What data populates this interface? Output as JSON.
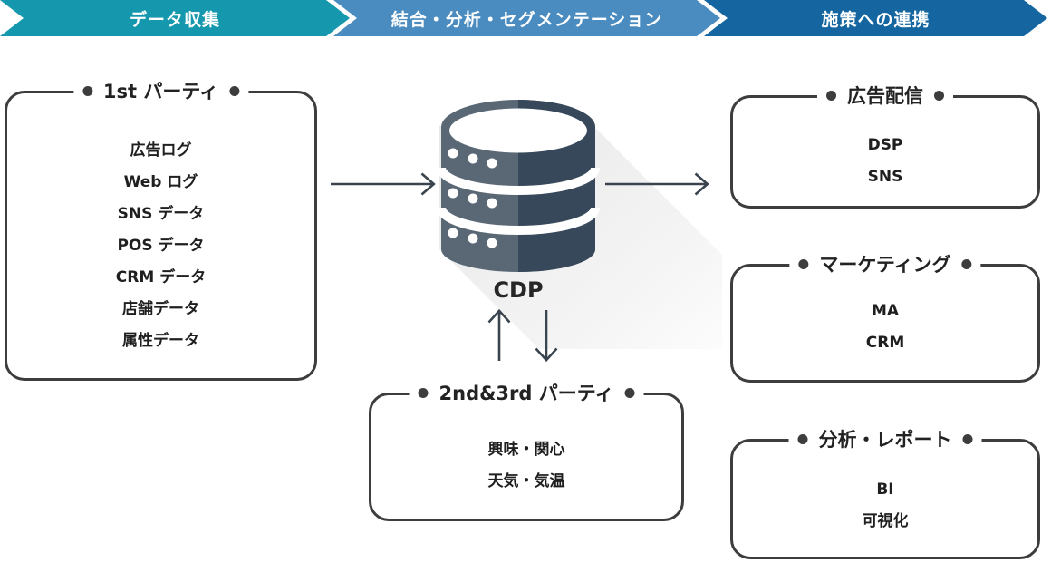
{
  "banners": [
    {
      "label": "データ収集",
      "color": "#1598ad"
    },
    {
      "label": "結合・分析・セグメンテーション",
      "color": "#4a8cc0"
    },
    {
      "label": "施策への連携",
      "color": "#1465a0"
    }
  ],
  "cdp": {
    "label": "CDP"
  },
  "boxes": {
    "first_party": {
      "title": "1st パーティ",
      "items": [
        "広告ログ",
        "Web ログ",
        "SNS データ",
        "POS データ",
        "CRM データ",
        "店舗データ",
        "属性データ"
      ]
    },
    "second_third_party": {
      "title": "2nd&3rd パーティ",
      "items": [
        "興味・関心",
        "天気・気温"
      ]
    },
    "ad_delivery": {
      "title": "広告配信",
      "items": [
        "DSP",
        "SNS"
      ]
    },
    "marketing": {
      "title": "マーケティング",
      "items": [
        "MA",
        "CRM"
      ]
    },
    "analytics": {
      "title": "分析・レポート",
      "items": [
        "BI",
        "可視化"
      ]
    }
  },
  "colors": {
    "box_border": "#3d3d3d",
    "arrow": "#3a444e",
    "db_left": "#5a6876",
    "db_right": "#36485a",
    "shadow": "#e9e9e9",
    "text": "#1f1f1f"
  }
}
